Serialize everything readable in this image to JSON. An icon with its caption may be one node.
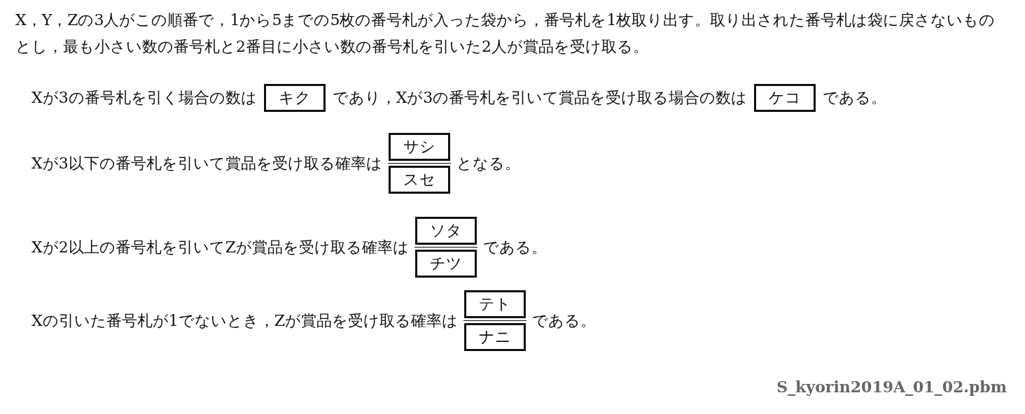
{
  "diagram": {
    "nodes": [
      {
        "text": [
          "キク"
        ]
      },
      {
        "text": [
          "ケコ"
        ]
      },
      {
        "text": [
          "サシ"
        ]
      },
      {
        "text": [
          "スセ"
        ]
      },
      {
        "text": [
          "ソタ"
        ]
      },
      {
        "text": [
          "チツ"
        ]
      },
      {
        "text": [
          "テト"
        ]
      },
      {
        "text": [
          "ナニ"
        ]
      }
    ],
    "labels": [
      "X，Y，Zの3人がこの順番で，1から5までの5枚の番号札が入った袋から，番号札を1枚取り出す。取り出された番号札は袋に戻さないものとし，最も小さい数の番号札と2番目に小さい数の番号札を引いた2人が賞品を受け取る。",
      "Xが3の番号札を引く場合の数は",
      "であり，Xが3の番号札を引いて賞品を受け取る場合の数は",
      "である。",
      "Xが3以下の番号札を引いて賞品を受け取る確率は",
      "となる。",
      "Xが2以上の番号札を引いてZが賞品を受け取る確率は",
      "である。",
      "Xの引いた番号札が1でないとき，Zが賞品を受け取る確率は",
      "である。",
      "S_kyorin2019A_01_02.pbm"
    ]
  }
}
